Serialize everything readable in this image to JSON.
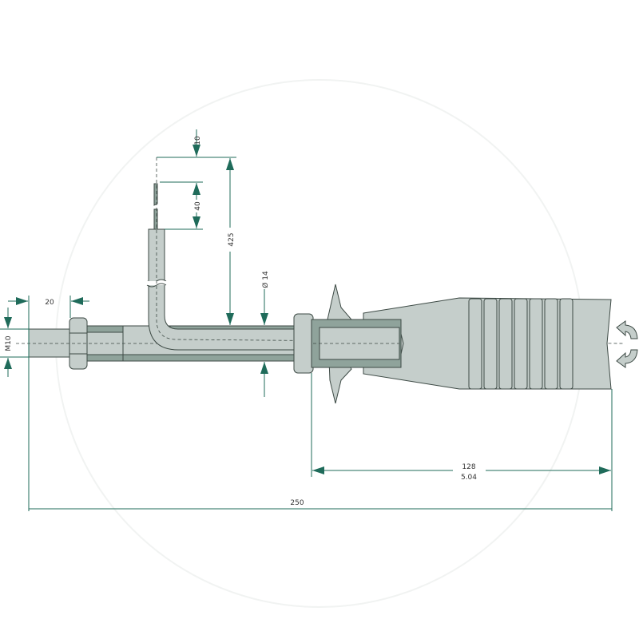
{
  "drawing": {
    "title": "Grease gun nozzle with handle",
    "dimensions": {
      "tip_length": "10",
      "tip_segment": "40",
      "pipe_height": "425",
      "shaft_diameter": "Ø 14",
      "thread_length": "20",
      "thread_size": "M10",
      "handle_length_mm": "128",
      "handle_length_in": "5.04",
      "total_length": "250"
    },
    "colors": {
      "part": "#c5cecb",
      "part_dark": "#8fa39b",
      "dimension": "#1f6b5a",
      "outline": "#3d4a45"
    }
  }
}
